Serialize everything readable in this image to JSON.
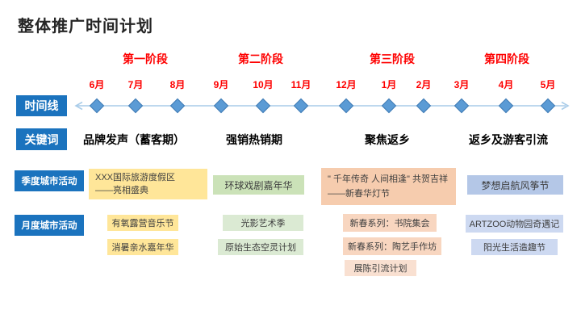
{
  "title": "整体推广时间计划",
  "phases": [
    "第一阶段",
    "第二阶段",
    "第三阶段",
    "第四阶段"
  ],
  "timeline": {
    "label": "时间线",
    "months": [
      "6月",
      "7月",
      "8月",
      "9月",
      "10月",
      "11月",
      "12月",
      "1月",
      "2月",
      "3月",
      "4月",
      "5月"
    ]
  },
  "keywords": {
    "label": "关键词",
    "items": [
      "品牌发声（蓄客期）",
      "强销热销期",
      "聚焦返乡",
      "返乡及游客引流"
    ]
  },
  "quarterly": {
    "label": "季度城市活动",
    "items": [
      {
        "line1": "XXX国际旅游度假区",
        "line2": "——亮相盛典"
      },
      {
        "line1": "环球戏剧嘉年华",
        "line2": ""
      },
      {
        "line1": "\" 千年传奇 人间相逢\" 共贺吉祥",
        "line2": "——新春华灯节"
      },
      {
        "line1": "梦想启航风筝节",
        "line2": ""
      }
    ]
  },
  "monthly": {
    "label": "月度城市活动",
    "items": [
      "有氧露营音乐节",
      "消暑亲水嘉年华",
      "光影艺术季",
      "原始生态空灵计划",
      "新春系列：书院集会",
      "新春系列：陶艺手作坊",
      "展陈引流计划",
      "ARTZOO动物园奇遇记",
      "阳光生活造趣节"
    ]
  },
  "colors": {
    "label_blue": "#1b73be",
    "phase_red": "#fe0000",
    "diamond_blue": "#5b9bd5",
    "timeline_line": "#a9cce9",
    "box_yellow": "#ffe699",
    "box_green": "#cbe2b8",
    "box_green_light": "#dbead3",
    "box_orange": "#f6ccae",
    "box_orange_mid": "#f8d6c0",
    "box_orange_light": "#f9e0d1",
    "box_blue": "#b4c7e7",
    "box_blue_light": "#cdd9f1"
  }
}
